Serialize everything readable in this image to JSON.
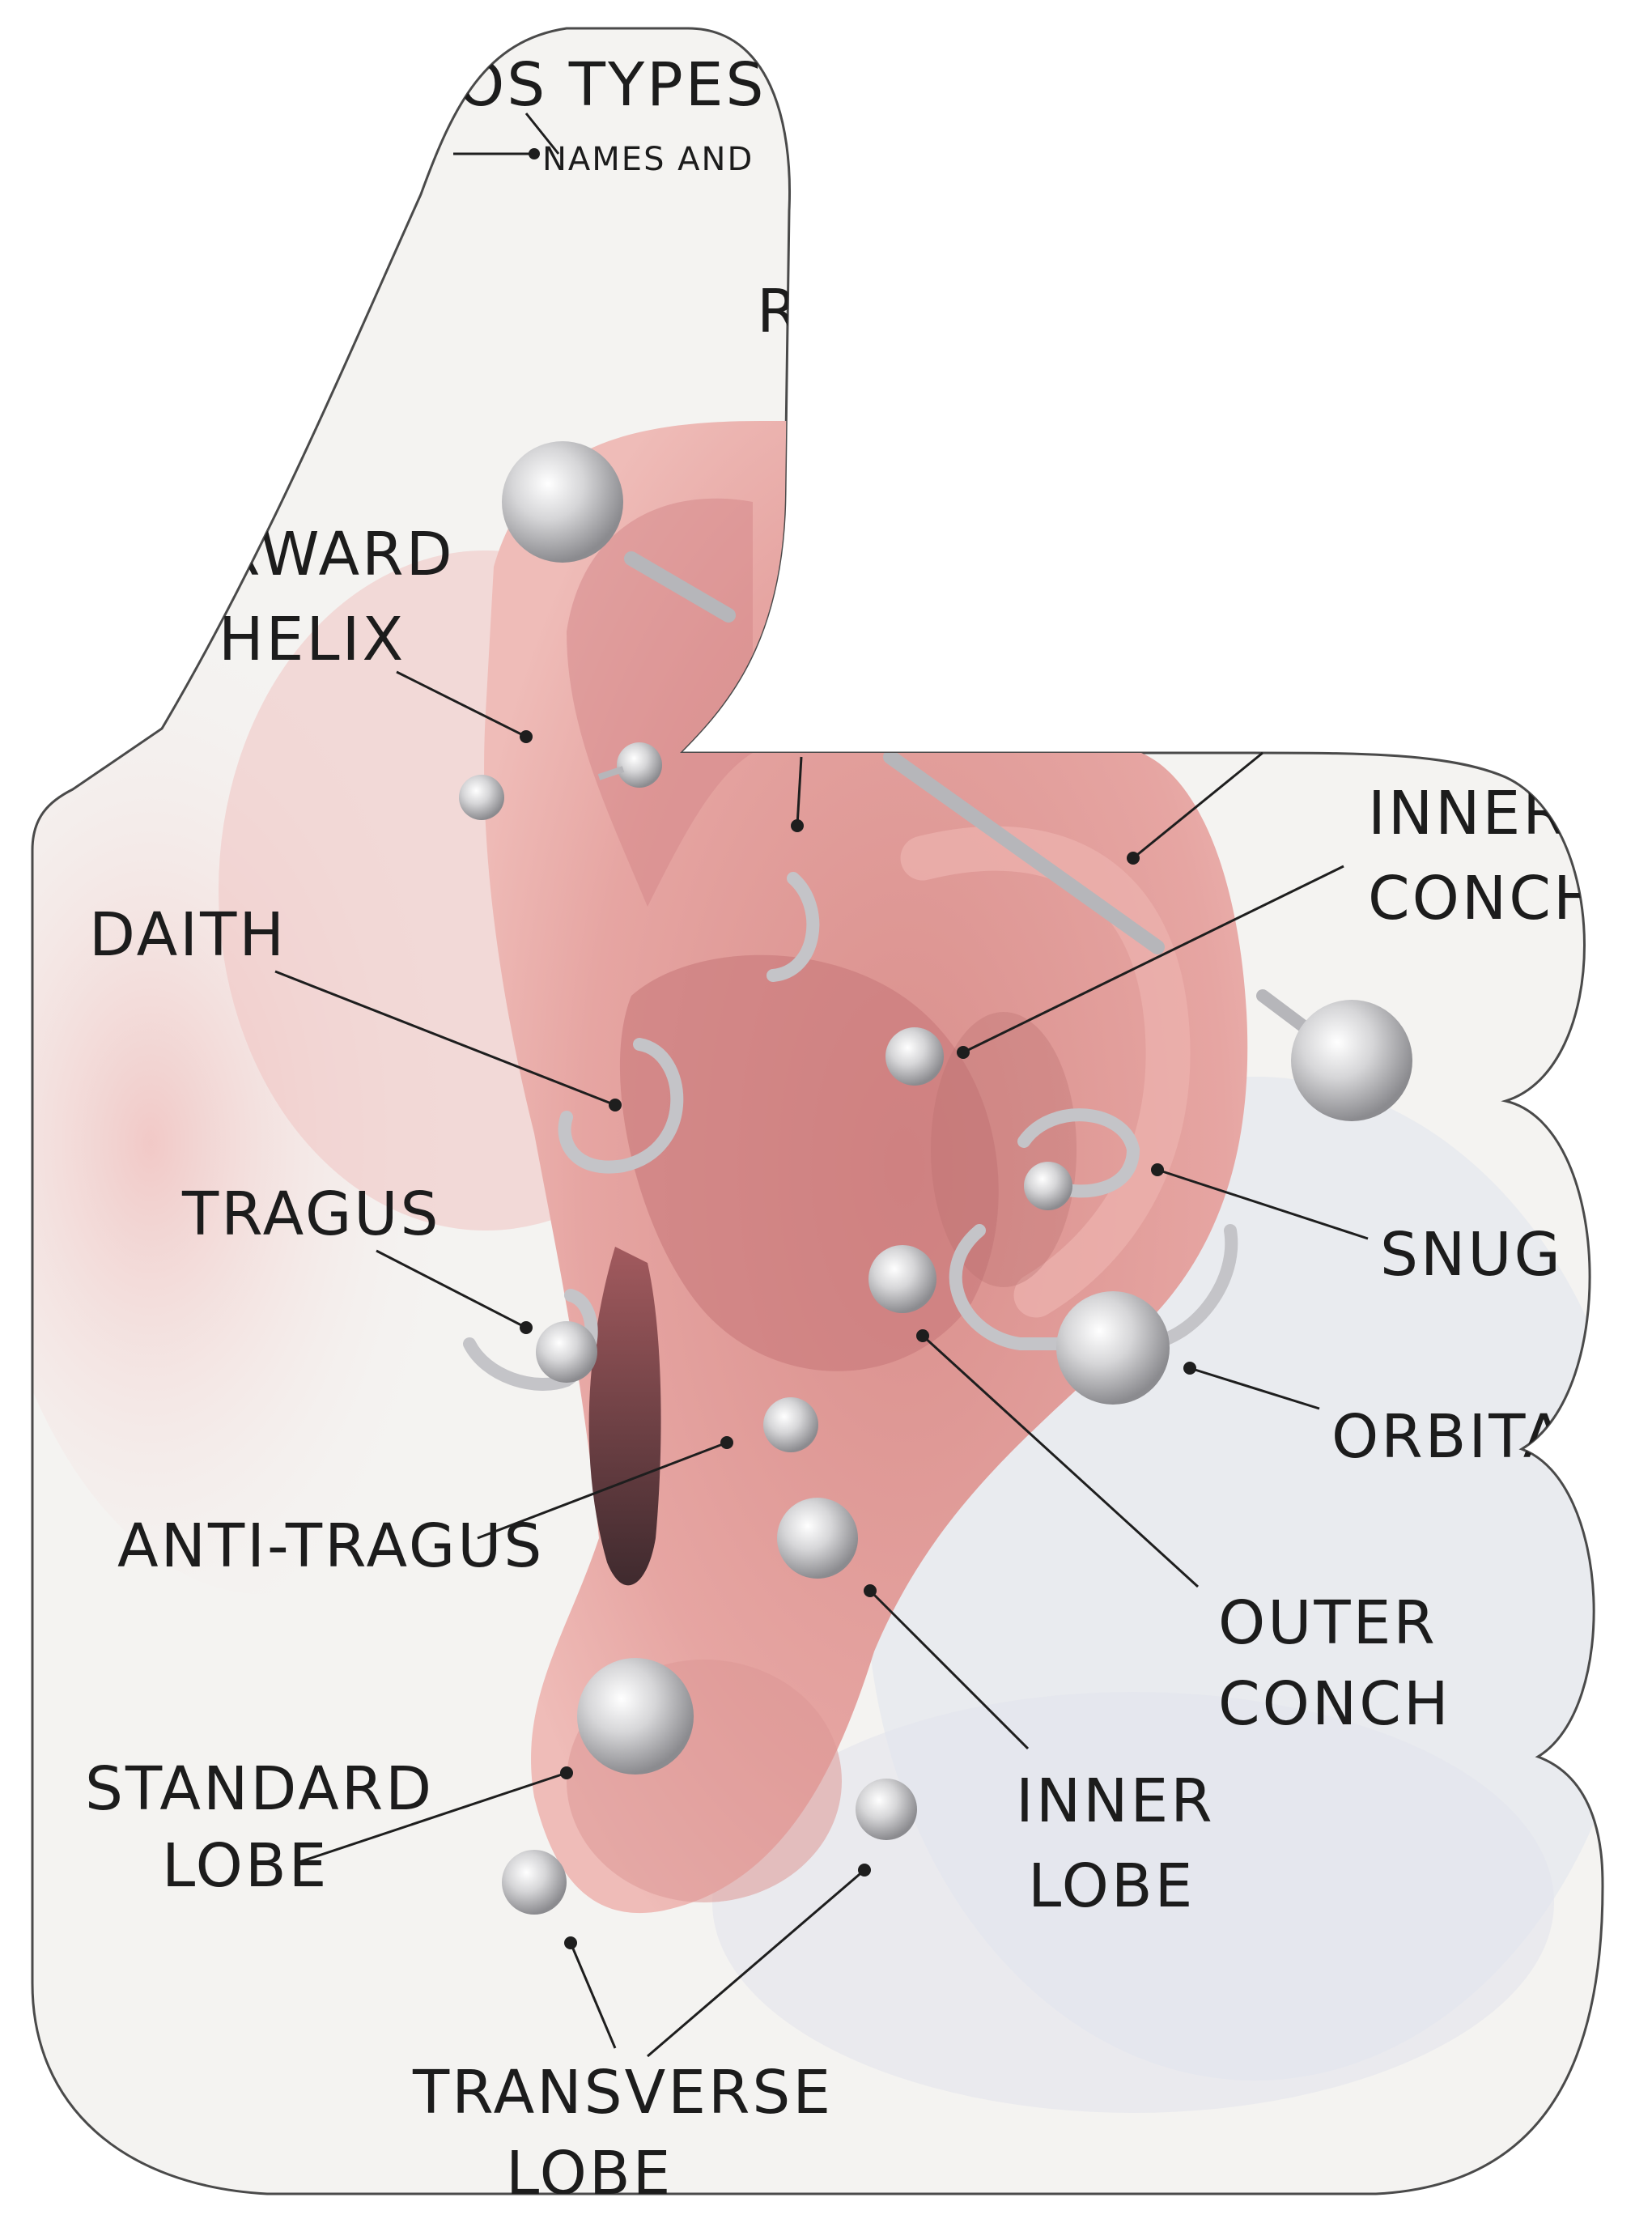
{
  "header": {
    "title_fragment": "OS TYPES",
    "subtitle_fragment": "NAMES AND",
    "side_fragment": "R"
  },
  "labels": {
    "forward_helix": [
      "RWARD",
      "HELIX"
    ],
    "daith": [
      "DAITH"
    ],
    "tragus": [
      "TRAGUS"
    ],
    "anti_tragus": [
      "ANTI-TRAGUS"
    ],
    "standard_lobe": [
      "STANDARD",
      "LOBE"
    ],
    "transverse_lobe": [
      "TRANSVERSE",
      "LOBE"
    ],
    "inner_lobe": [
      "INNER",
      "LOBE"
    ],
    "outer_conch": [
      "OUTER",
      "CONCH"
    ],
    "orbital": [
      "ORBITAL"
    ],
    "snug": [
      "SNUG"
    ],
    "inner_conch": [
      "INNER",
      "CONCH"
    ]
  },
  "colors": {
    "ear_skin": "#e8a6a3",
    "ear_shadow": "#b9676a",
    "paper": "#f6f5f3",
    "jewelry": "#c9c9cc",
    "ink": "#1e1e1e"
  }
}
